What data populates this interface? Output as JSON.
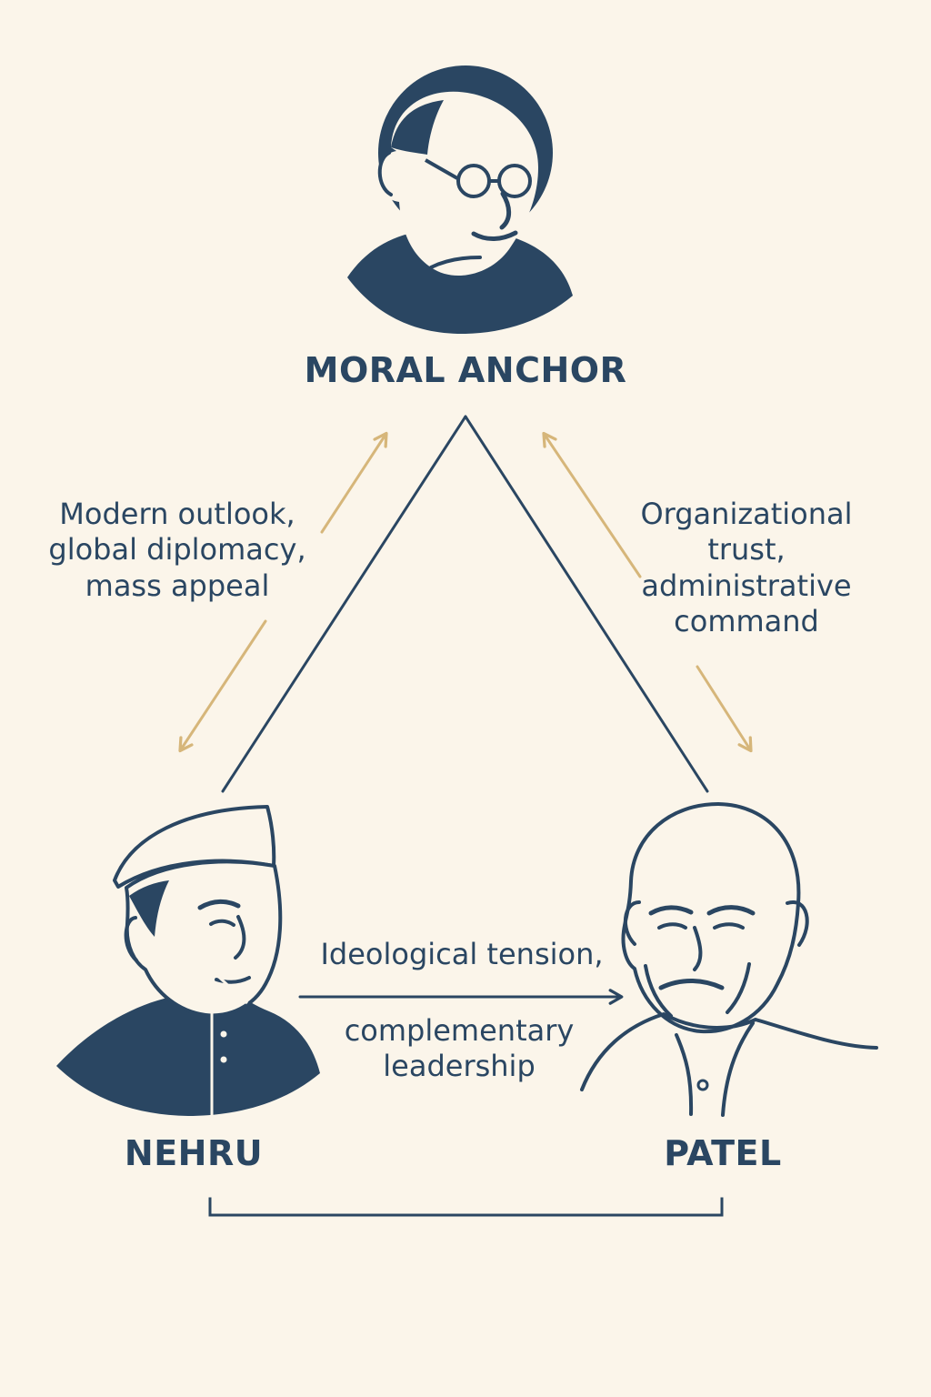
{
  "nodes": {
    "top": {
      "label": "MORAL ANCHOR",
      "icon": "portrait-icon"
    },
    "left": {
      "label": "NEHRU",
      "icon": "portrait-icon"
    },
    "right": {
      "label": "PATEL",
      "icon": "portrait-icon"
    }
  },
  "relations": {
    "left_to_top": "Modern outlook,\nglobal diplomacy,\nmass appeal",
    "right_to_top": "Organizational\ntrust,\nadministrative\ncommand",
    "bottom_top": "Ideological tension,",
    "bottom_bottom": "complementary\nleadership"
  },
  "colors": {
    "background": "#fbf5ea",
    "navy": "#2a4662",
    "gold": "#d6b67a"
  }
}
